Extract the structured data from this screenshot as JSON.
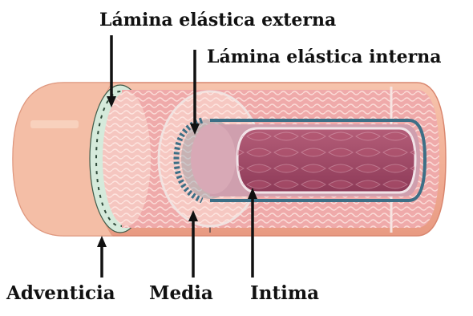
{
  "labels": {
    "external_lamina": "Lámina elástica externa",
    "internal_lamina": "Lámina elástica interna",
    "adventitia": "Adventicia",
    "media": "Media",
    "intima": "Intima"
  },
  "colors": {
    "adventitia": "#f2b49a",
    "adventitia_light": "#f8cdb8",
    "media": "#f2b3b3",
    "media_fiber": "#fbe0dc",
    "external_lamina": "#cfe6d4",
    "internal_lamina": "#3d6f86",
    "intima": "#c98fa0",
    "lumen": "#a04a66",
    "arrow": "#111111"
  }
}
